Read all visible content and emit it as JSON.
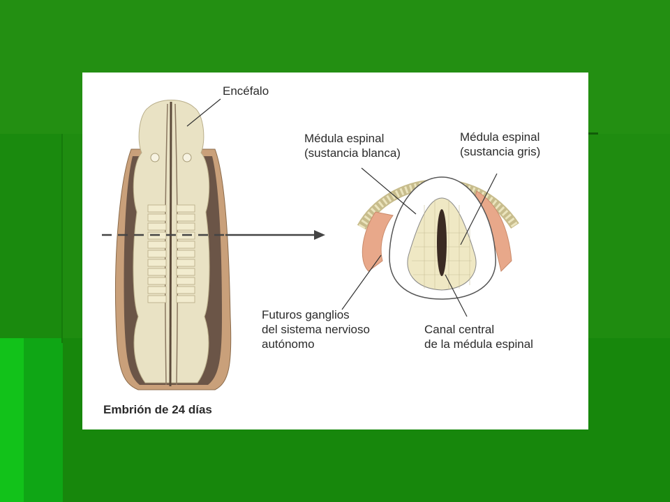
{
  "labels": {
    "encefalo": "Encéfalo",
    "medula_blanca": [
      "Médula espinal",
      "(sustancia blanca)"
    ],
    "medula_gris": [
      "Médula espinal",
      "(sustancia gris)"
    ],
    "ganglios": [
      "Futuros ganglios",
      "del sistema nervioso",
      "autónomo"
    ],
    "canal": [
      "Canal central",
      "de la médula espinal"
    ],
    "caption": "Embrión de 24 días"
  }
}
